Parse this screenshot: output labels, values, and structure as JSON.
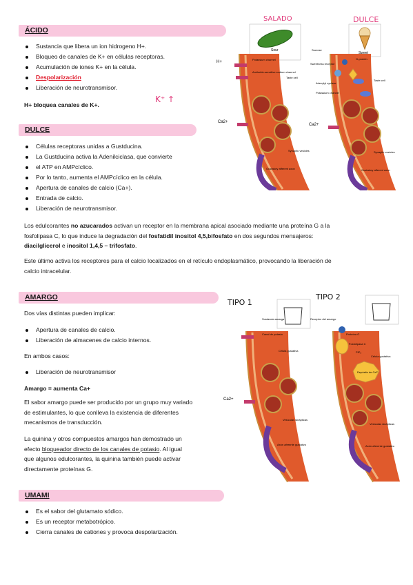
{
  "acido": {
    "heading": "ÁCIDO",
    "bullets": [
      "Sustancia que libera un ion hidrogeno H+.",
      "Bloqueo de canales de K+ en células receptoras.",
      "Acumulación de iones K+ en la célula.",
      "Despolarización",
      "Liberación de neurotransmisor."
    ],
    "note": "H+ bloquea canales de K+.",
    "handnote": "K⁺ ↑"
  },
  "dulce": {
    "heading": "DULCE",
    "bullets": [
      "Células receptoras unidas a Gustducina.",
      "La Gustducina activa la Adenilciclasa, que convierte",
      "el ATP en AMPcíclico.",
      "Por lo tanto, aumenta el AMPcíclico en la célula.",
      "Apertura de canales de calcio (Ca+).",
      "Entrada de calcio.",
      "Liberación de neurotransmisor."
    ],
    "p1": {
      "a": "Los edulcorantes ",
      "b": "no azucarados",
      "c": " activan un receptor en la membrana apical asociado mediante una proteína G a la",
      "d": "fosfolipasa C, lo que induce la degradación del ",
      "e": "fosfatidil inositol 4,5,bifosfato",
      "f": " en dos segundos mensajeros:",
      "g": "diacilglicerol",
      "h": " e ",
      "i": "inositol 1,4,5 – trifosfato",
      "j": "."
    },
    "p2": [
      "Este último activa los receptores para el calcio localizados en el retículo endoplasmático, provocando la liberación de",
      "calcio intracelular."
    ]
  },
  "amargo": {
    "heading": "AMARGO",
    "intro": "Dos vías distintas pueden implicar:",
    "bullets": [
      "Apertura de canales de calcio.",
      "Liberación de almacenes de calcio internos."
    ],
    "ambos": "En ambos casos:",
    "bullets2": [
      "Liberación de neurotransmisor"
    ],
    "summary": "Amargo = aumenta Ca+",
    "p1": [
      "El sabor amargo puede ser producido por un grupo muy variado",
      "de estimulantes, lo que conlleva la existencia de diferentes",
      "mecanismos de transducción."
    ],
    "p2": {
      "l1": "La quinina y otros compuestos amargos han demostrado un",
      "l2a": "efecto ",
      "l2b": "bloqueador directo de los canales de potasio",
      "l2c": ". Al igual",
      "l3": "que algunos edulcorantes, la quinina también puede activar",
      "l4": "directamente proteínas G."
    }
  },
  "umami": {
    "heading": "UMAMI",
    "bullets": [
      "Es el sabor del glutamato sódico.",
      "Es un receptor metabotrópico.",
      "Cierra canales de cationes y provoca despolarización."
    ]
  },
  "figures": {
    "salado": "SALADO",
    "dulce": "DULCE",
    "tipo1": "TIPO 1",
    "tipo2": "TIPO 2",
    "sour": "Sour",
    "sweet": "Sweet",
    "h_plus": "H+",
    "ca_plus": "Ca2+",
    "potassium": "Potassium channel",
    "amiloride": "Amiloride-sensitive sodium channel",
    "taste_cell": "Taste cell",
    "synaptic": "Synaptic vesicles",
    "gustatory": "Gustatory afferent axon",
    "sucrose": "Sucrose",
    "gprotein": "G-protein",
    "sweet_receptor": "Sweetness receptor",
    "adenylyl": "Adenylyl cyclase",
    "potassium2": "Potassium channel",
    "tastecell2": "Taste cell",
    "synaptic2": "Synaptic vesicles",
    "gustatory2": "Gustatory afferent axon",
    "sust_amarga": "Sustancia amarga",
    "canal_potasio": "Canal de potasio",
    "celula_gust": "Célula gustativa",
    "vesiculas": "Vesículas sinápticas",
    "axon": "Axón aferente gustativo",
    "receptor_amargo": "Receptor del amargo",
    "proteina_g": "Proteína G",
    "fosfolipasa": "Fosfolipasa C",
    "pip2": "PIP₂",
    "celula_gust2": "Célula gustativa",
    "deposito": "Depósito de Ca²⁺",
    "vesiculas2": "Vesículas sinápticas",
    "axon2": "Axón aferente gustativo",
    "ca2": "Ca2+"
  }
}
